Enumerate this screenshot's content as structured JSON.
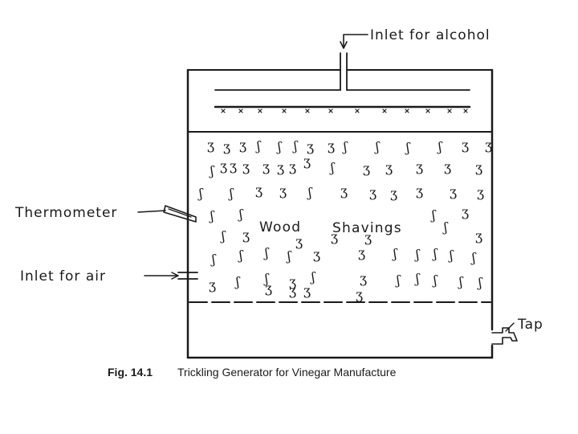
{
  "labels": {
    "inlet_alcohol": "Inlet for alcohol",
    "thermometer": "Thermometer",
    "wood_shavings_1": "Wood",
    "wood_shavings_2": "Shavings",
    "inlet_air": "Inlet for air",
    "tap": "Tap"
  },
  "caption": {
    "number": "Fig. 14.1",
    "text": "Trickling Generator for Vinegar Manufacture"
  }
}
